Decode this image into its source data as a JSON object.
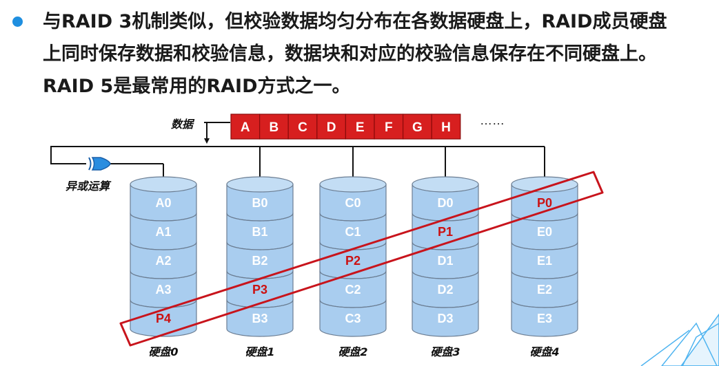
{
  "intro": {
    "lines": [
      "与RAID 3机制类似，但校验数据均匀分布在各数据硬盘上，RAID成员硬盘",
      "上同时保存数据和校验信息，数据块和对应的校验信息保存在不同硬盘上。",
      "RAID 5是最常用的RAID方式之一。"
    ]
  },
  "diagram": {
    "data_label": "数据",
    "xor_label": "异或运算",
    "blocks": [
      "A",
      "B",
      "C",
      "D",
      "E",
      "F",
      "G",
      "H"
    ],
    "ellipsis": "……",
    "disks": [
      {
        "label": "硬盘0",
        "segments": [
          "A0",
          "A1",
          "A2",
          "A3",
          "P4"
        ],
        "parity_index": 4
      },
      {
        "label": "硬盘1",
        "segments": [
          "B0",
          "B1",
          "B2",
          "P3",
          "B3"
        ],
        "parity_index": 3
      },
      {
        "label": "硬盘2",
        "segments": [
          "C0",
          "C1",
          "P2",
          "C2",
          "C3"
        ],
        "parity_index": 2
      },
      {
        "label": "硬盘3",
        "segments": [
          "D0",
          "P1",
          "D1",
          "D2",
          "D3"
        ],
        "parity_index": 1
      },
      {
        "label": "硬盘4",
        "segments": [
          "P0",
          "E0",
          "E1",
          "E2",
          "E3"
        ],
        "parity_index": 0
      }
    ]
  },
  "colors": {
    "block_fill": "#d71f1f",
    "disk_fill": "#a9cdef",
    "disk_stroke": "#6b7d92",
    "parity_text": "#cc1111",
    "highlight": "#c8141c",
    "bullet": "#1f8fe0"
  }
}
